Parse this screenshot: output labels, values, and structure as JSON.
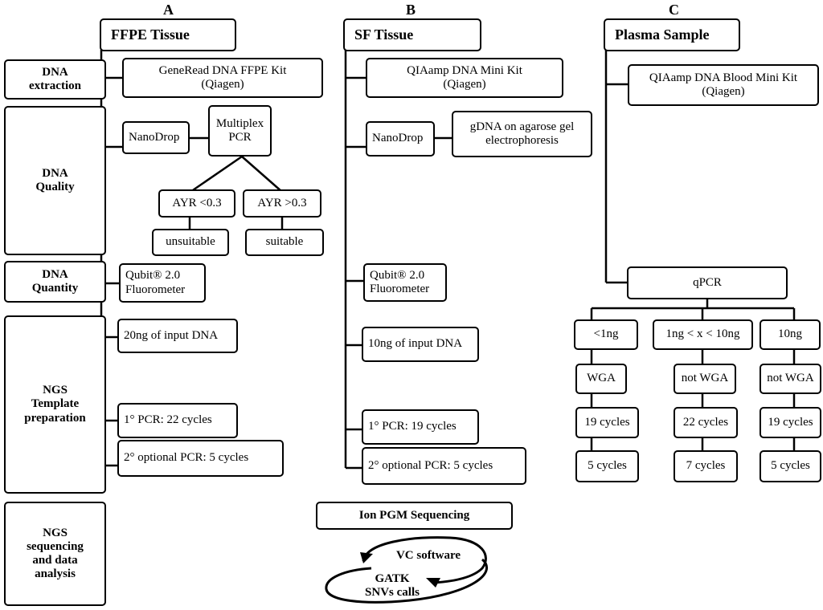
{
  "columns": {
    "a": "A",
    "b": "B",
    "c": "C"
  },
  "stages": [
    "DNA\nextraction",
    "DNA\nQuality",
    "DNA\nQuantity",
    "NGS\nTemplate\npreparation",
    "NGS\nsequencing\nand data\nanalysis"
  ],
  "col_a": {
    "title": "FFPE Tissue",
    "extraction": "GeneRead DNA FFPE Kit\n(Qiagen)",
    "nanodrop": "NanoDrop",
    "multiplex": "Multiplex\nPCR",
    "ayr_low": "AYR <0.3",
    "ayr_high": "AYR >0.3",
    "unsuitable": "unsuitable",
    "suitable": "suitable",
    "qubit": "Qubit® 2.0\nFluorometer",
    "input": "20ng of input DNA",
    "pcr1": "1° PCR: 22 cycles",
    "pcr2": "2° optional PCR: 5 cycles"
  },
  "col_b": {
    "title": "SF Tissue",
    "extraction": "QIAamp DNA Mini Kit\n(Qiagen)",
    "nanodrop": "NanoDrop",
    "gel": "gDNA on agarose gel\nelectrophoresis",
    "qubit": "Qubit® 2.0\nFluorometer",
    "input": "10ng of input DNA",
    "pcr1": "1° PCR: 19 cycles",
    "pcr2": "2° optional PCR: 5 cycles"
  },
  "col_c": {
    "title": "Plasma Sample",
    "extraction": "QIAamp DNA Blood Mini Kit\n(Qiagen)",
    "qpcr": "qPCR",
    "branches": [
      {
        "cond": "<1ng",
        "wga": "WGA",
        "cycles1": "19 cycles",
        "cycles2": "5 cycles"
      },
      {
        "cond": "1ng < x < 10ng",
        "wga": "not WGA",
        "cycles1": "22 cycles",
        "cycles2": "7 cycles"
      },
      {
        "cond": "10ng",
        "wga": "not WGA",
        "cycles1": "19 cycles",
        "cycles2": "5 cycles"
      }
    ]
  },
  "sequencing": {
    "label": "Ion PGM Sequencing",
    "vc_software": "VC software",
    "gatk": "GATK\nSNVs calls"
  }
}
